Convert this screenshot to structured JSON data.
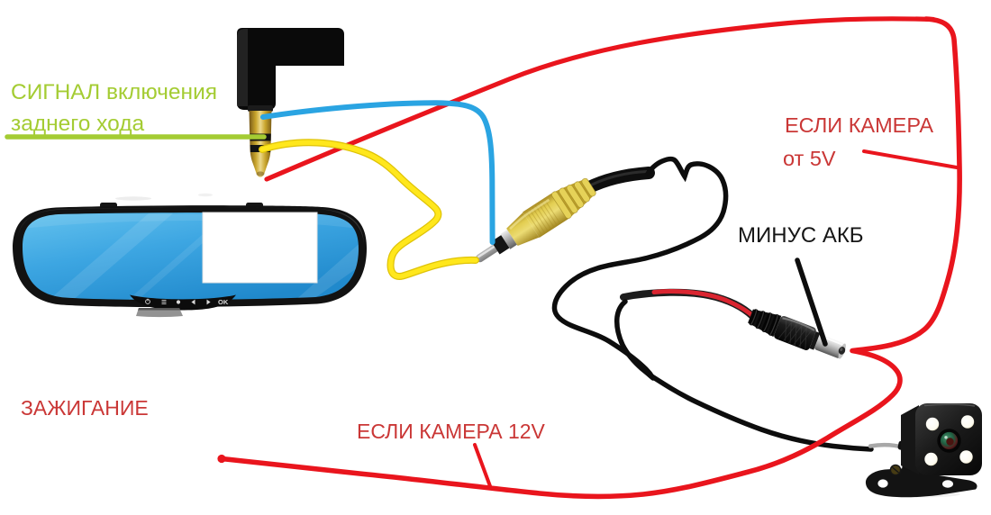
{
  "labels": {
    "reverse_signal": {
      "line1": "СИГНАЛ включения",
      "line2": "заднего хода",
      "color": "#a4cc33"
    },
    "camera_5v": {
      "line1": "ЕСЛИ КАМЕРА",
      "line2": "от 5V",
      "color": "#ca3736"
    },
    "battery_minus": {
      "text": "МИНУС АКБ",
      "color": "#161616"
    },
    "ignition": {
      "text": "ЗАЖИГАНИЕ",
      "color": "#ca3736"
    },
    "camera_12v": {
      "text": "ЕСЛИ КАМЕРА 12V",
      "color": "#ca3736"
    }
  },
  "wires": {
    "red_power_line": "#e9151d",
    "blue_video_wire": "#2aa4e2",
    "yellow_video_wire": "#ffe414",
    "green_reverse_wire": "#a4cc33",
    "black_ground_wire": "#0d0d0d"
  },
  "components": {
    "mirror_monitor": "rearview-mirror-dash-cam",
    "av_jack": "av-jack-plug-3-5mm",
    "rca_plug": "rca-video-plug-yellow",
    "dc_plug": "dc-power-barrel-plug",
    "rear_camera": "rear-view-camera-4-led",
    "osd_ok_button": "OK"
  }
}
